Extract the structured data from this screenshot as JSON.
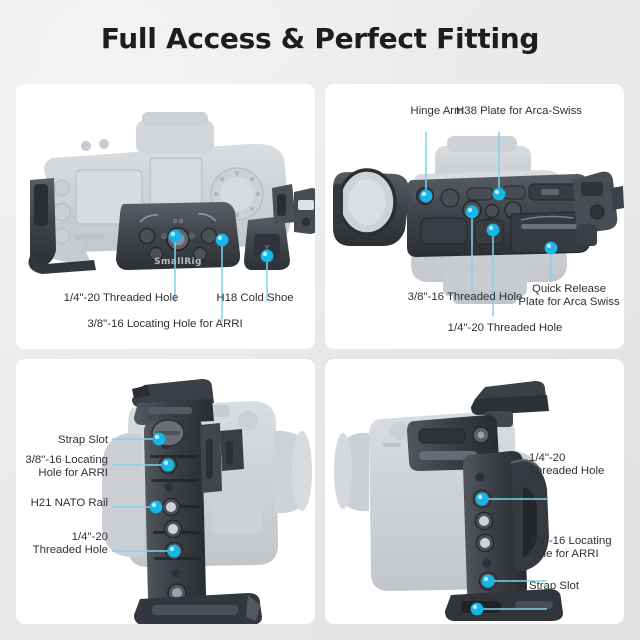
{
  "title": "Full Access & Perfect Fitting",
  "theme": {
    "background": "#e9ebec",
    "panel_bg": "#ffffff",
    "accent_cyan": "#16b6e6",
    "leader_line": "#7fd3ec",
    "text": "#2f3133",
    "title_text": "#1b1d1f",
    "cage_dark": "#3c4044",
    "camera_ghost": "#c9ccd0"
  },
  "brand": "SmallRig",
  "panels": [
    {
      "id": "top-left",
      "view": "top-view-camera-with-cage",
      "callouts": [
        {
          "label": "1/4\"-20 Threaded Hole"
        },
        {
          "label": "3/8\"-16 Locating Hole for ARRI"
        },
        {
          "label": "H18 Cold Shoe"
        }
      ]
    },
    {
      "id": "top-right",
      "view": "bottom-view-camera-with-cage",
      "callouts": [
        {
          "label": "Hinge Arm"
        },
        {
          "label": "H38 Plate for Arca-Swiss"
        },
        {
          "label": "3/8\"-16 Threaded Hole"
        },
        {
          "label": "1/4\"-20 Threaded Hole"
        },
        {
          "label": "Quick Release\nPlate for Arca Swiss"
        }
      ]
    },
    {
      "id": "bottom-left",
      "view": "left-side-view-camera-with-cage",
      "callouts": [
        {
          "label": "Strap Slot"
        },
        {
          "label": "3/8\"-16 Locating\nHole for ARRI"
        },
        {
          "label": "H21 NATO Rail"
        },
        {
          "label": "1/4\"-20\nThreaded Hole"
        }
      ]
    },
    {
      "id": "bottom-right",
      "view": "right-side-view-camera-with-cage",
      "callouts": [
        {
          "label": "1/4\"-20\nThreaded Hole"
        },
        {
          "label": "3/8\"-16 Locating\nHole for ARRI"
        },
        {
          "label": "Strap Slot"
        }
      ]
    }
  ]
}
